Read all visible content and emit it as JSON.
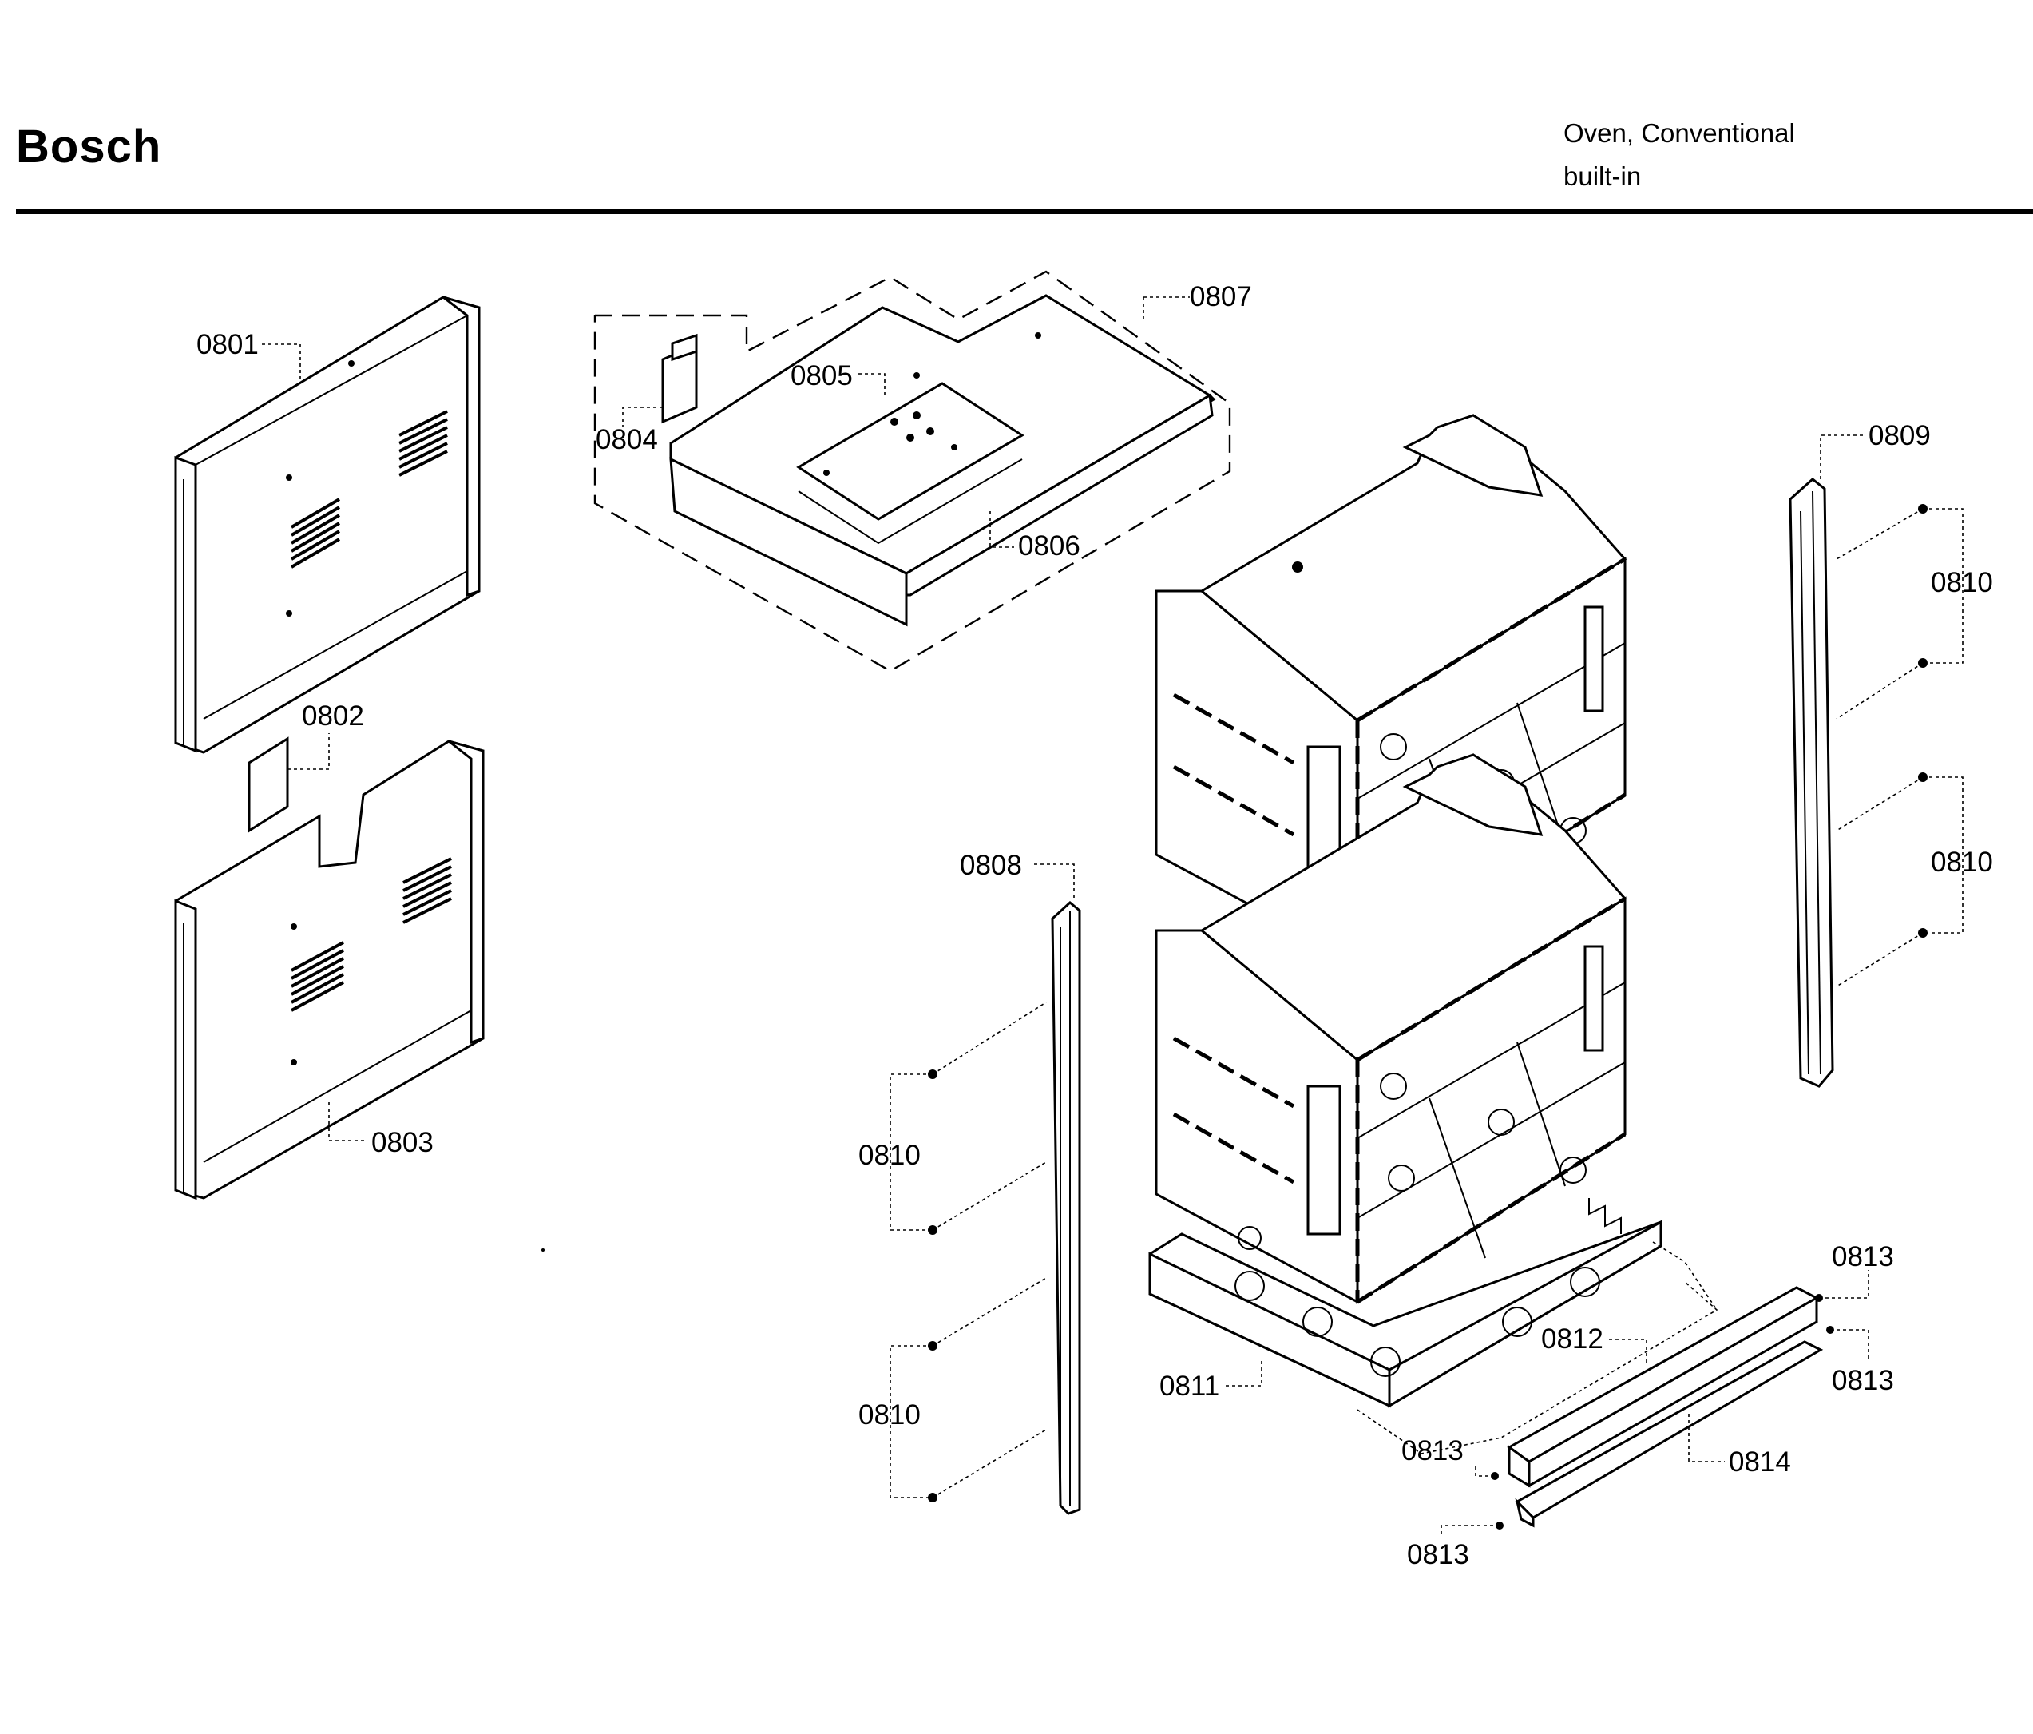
{
  "header": {
    "brand": "Bosch",
    "product_line1": "Oven, Conventional",
    "product_line2": "built-in"
  },
  "parts": {
    "p0801": "0801",
    "p0802": "0802",
    "p0803": "0803",
    "p0804": "0804",
    "p0805": "0805",
    "p0806": "0806",
    "p0807": "0807",
    "p0808": "0808",
    "p0809": "0809",
    "p0810": "0810",
    "p0811": "0811",
    "p0812": "0812",
    "p0813": "0813",
    "p0814": "0814"
  }
}
